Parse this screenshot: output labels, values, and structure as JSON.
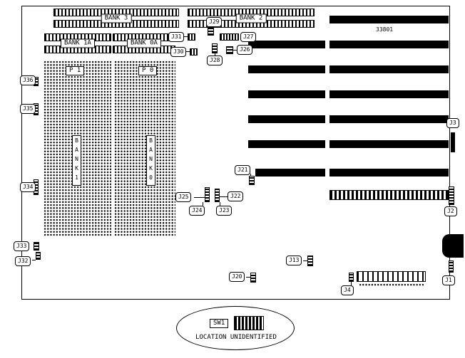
{
  "diagram": {
    "part_number": "33801",
    "banks": {
      "bank3": "BANK 3",
      "bank2": "BANK 2",
      "bank1a": "BANK 1A",
      "bank0a": "BANK 0A"
    },
    "sockets": {
      "p1": "P 1",
      "p0": "P 0",
      "bank1_column": "BANK1",
      "bank0_column": "BANK0"
    },
    "jumpers": {
      "j1": "J1",
      "j2": "J2",
      "j3": "J3",
      "j4": "J4",
      "j13": "J13",
      "j20": "J20",
      "j21": "J21",
      "j22": "J22",
      "j23": "J23",
      "j24": "J24",
      "j25": "J25",
      "j26": "J26",
      "j27": "J27",
      "j28": "J28",
      "j29": "J29",
      "j30": "J30",
      "j31": "J31",
      "j32": "J32",
      "j33": "J33",
      "j34": "J34",
      "j35": "J35",
      "j36": "J36"
    },
    "callout": {
      "switch": "SW1",
      "note": "LOCATION UNIDENTIFIED"
    }
  }
}
